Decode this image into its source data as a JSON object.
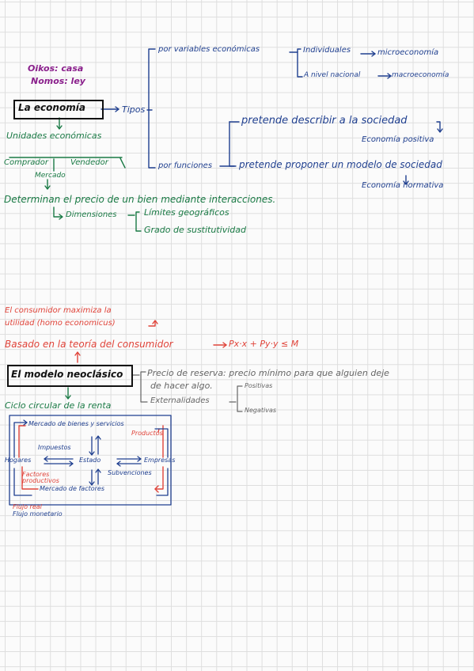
{
  "colors": {
    "purple": "#8a1f8c",
    "blue": "#1f3f8f",
    "green": "#1a7a45",
    "red": "#e0443a",
    "gray": "#666666",
    "black": "#111111"
  },
  "section1": {
    "oikos": "Oikos: casa",
    "nomos": "Nomos: ley",
    "title": "La economía",
    "tipos": "Tipos",
    "por_variables": "por variables económicas",
    "individuales": "Individuales",
    "microeconomia": "microeconomía",
    "nivel_nacional": "A nivel nacional",
    "macroeconomia": "macroeconomía",
    "pretende_describir": "pretende describir a la sociedad",
    "economia_positiva": "Economía positiva",
    "por_funciones": "por funciones",
    "pretende_proponer": "pretende proponer un modelo de sociedad",
    "economia_normativa": "Economía normativa",
    "unidades": "Unidades económicas",
    "comprador": "Comprador",
    "vendedor": "Vendedor",
    "mercado": "Mercado",
    "determinan": "Determinan el precio de un bien mediante interacciones.",
    "dimensiones": "Dimensiones",
    "limites": "Límites geográficos",
    "grado": "Grado de sustitutividad"
  },
  "section2": {
    "consumidor_line1": "El consumidor maximiza la",
    "consumidor_line2": "utilidad (homo economicus)",
    "basado": "Basado en la teoría del consumidor",
    "formula": "Px·x + Py·y ≤ M",
    "title": "El modelo neoclásico",
    "precio_reserva_line1": "Precio de reserva: precio mínimo para que alguien deje",
    "precio_reserva_line2": "de hacer algo.",
    "externalidades": "Externalidades",
    "positivas": "Positivas",
    "negativas": "Negativas",
    "ciclo": "Ciclo circular de la renta"
  },
  "circuit": {
    "mercado_bienes": "Mercado de bienes y servicios",
    "productos": "Productos",
    "impuestos": "Impuestos",
    "hogares": "Hogares",
    "estado": "Estado",
    "empresas": "Empresas",
    "factores_line1": "Factores",
    "factores_line2": "productivos",
    "subvenciones": "Subvenciones",
    "mercado_factores": "Mercado de factores",
    "flujo_real": "Flujo real",
    "flujo_monetario": "Flujo monetario"
  }
}
